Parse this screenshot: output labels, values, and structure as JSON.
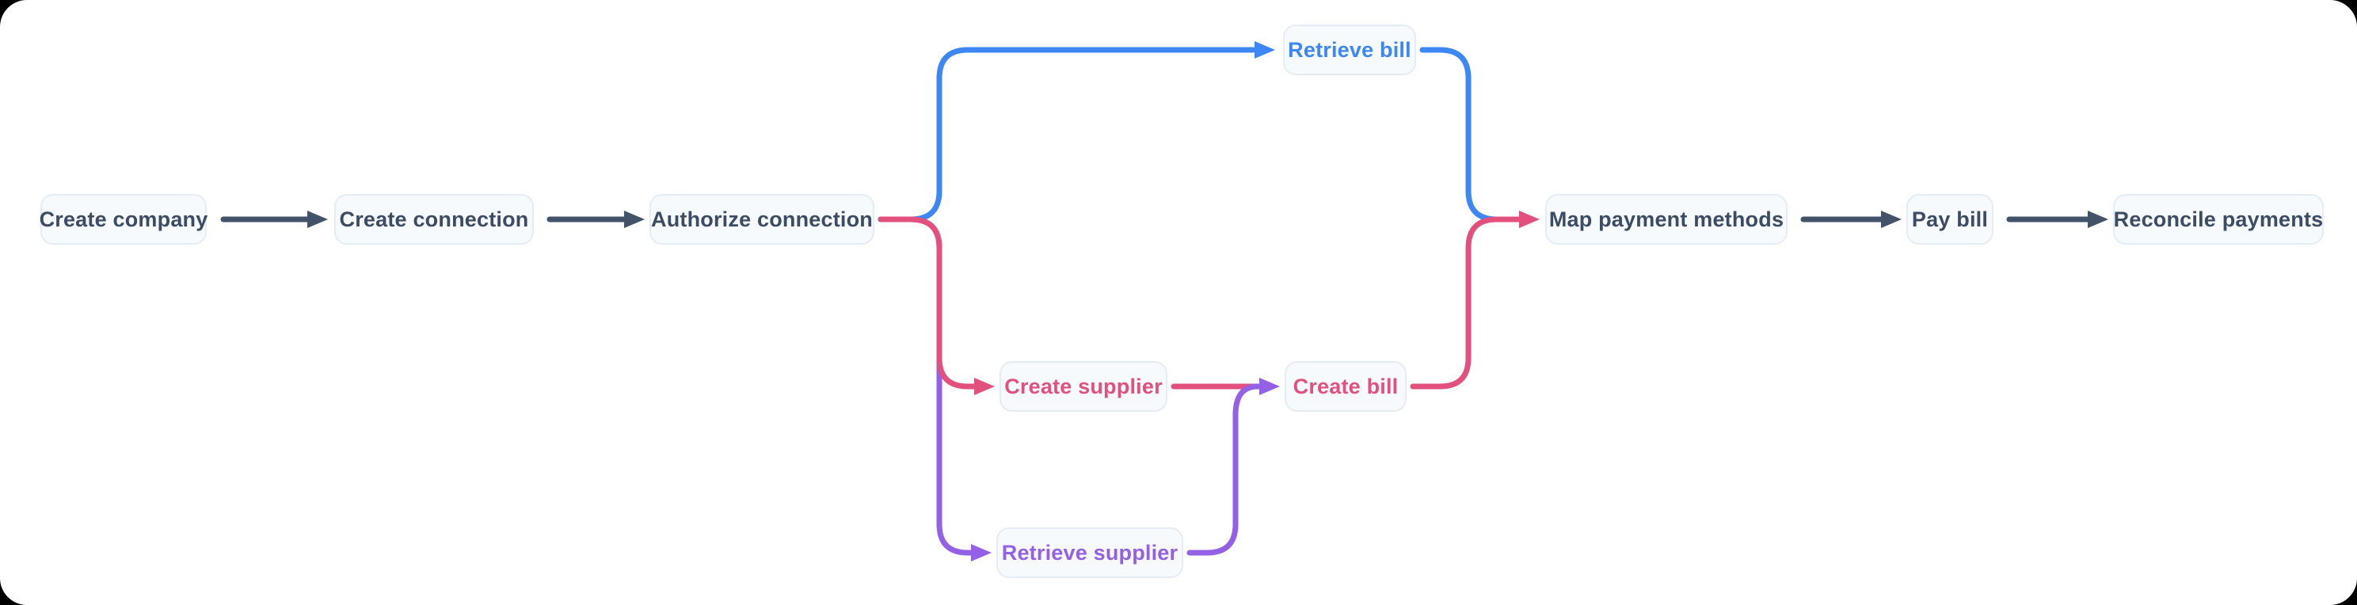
{
  "diagram_type": "flowchart",
  "colors": {
    "canvas_bg": "#ffffff",
    "node_bg": "#f7fafd",
    "node_border": "#e4edf5",
    "dark": "#415269",
    "blue": "#3d87f5",
    "pink": "#e2517e",
    "purple": "#9360e6"
  },
  "nodes": [
    {
      "id": "create-company",
      "label": "Create company",
      "text_color": "#3b4c64"
    },
    {
      "id": "create-connection",
      "label": "Create connection",
      "text_color": "#3b4c64"
    },
    {
      "id": "authorize-connection",
      "label": "Authorize connection",
      "text_color": "#3b4c64"
    },
    {
      "id": "retrieve-bill",
      "label": "Retrieve bill",
      "text_color": "#3d87f5"
    },
    {
      "id": "create-supplier",
      "label": "Create supplier",
      "text_color": "#e2517e"
    },
    {
      "id": "create-bill",
      "label": "Create bill",
      "text_color": "#e2517e"
    },
    {
      "id": "retrieve-supplier",
      "label": "Retrieve supplier",
      "text_color": "#9360e6"
    },
    {
      "id": "map-payment-methods",
      "label": "Map payment methods",
      "text_color": "#3b4c64"
    },
    {
      "id": "pay-bill",
      "label": "Pay bill",
      "text_color": "#3b4c64"
    },
    {
      "id": "reconcile-payments",
      "label": "Reconcile payments",
      "text_color": "#3b4c64"
    }
  ],
  "edges": [
    {
      "from": "create-company",
      "to": "create-connection",
      "color": "#415269"
    },
    {
      "from": "create-connection",
      "to": "authorize-connection",
      "color": "#415269"
    },
    {
      "from": "authorize-connection",
      "to": "retrieve-bill",
      "color": "#3d87f5"
    },
    {
      "from": "retrieve-bill",
      "to": "map-payment-methods",
      "color": "#3d87f5"
    },
    {
      "from": "authorize-connection",
      "to": "create-supplier",
      "color": "#e2517e"
    },
    {
      "from": "create-supplier",
      "to": "create-bill",
      "color": "#e2517e"
    },
    {
      "from": "create-bill",
      "to": "map-payment-methods",
      "color": "#e2517e"
    },
    {
      "from": "authorize-connection",
      "to": "retrieve-supplier",
      "color": "#9360e6"
    },
    {
      "from": "retrieve-supplier",
      "to": "create-bill",
      "color": "#9360e6"
    },
    {
      "from": "map-payment-methods",
      "to": "pay-bill",
      "color": "#415269"
    },
    {
      "from": "pay-bill",
      "to": "reconcile-payments",
      "color": "#415269"
    }
  ]
}
